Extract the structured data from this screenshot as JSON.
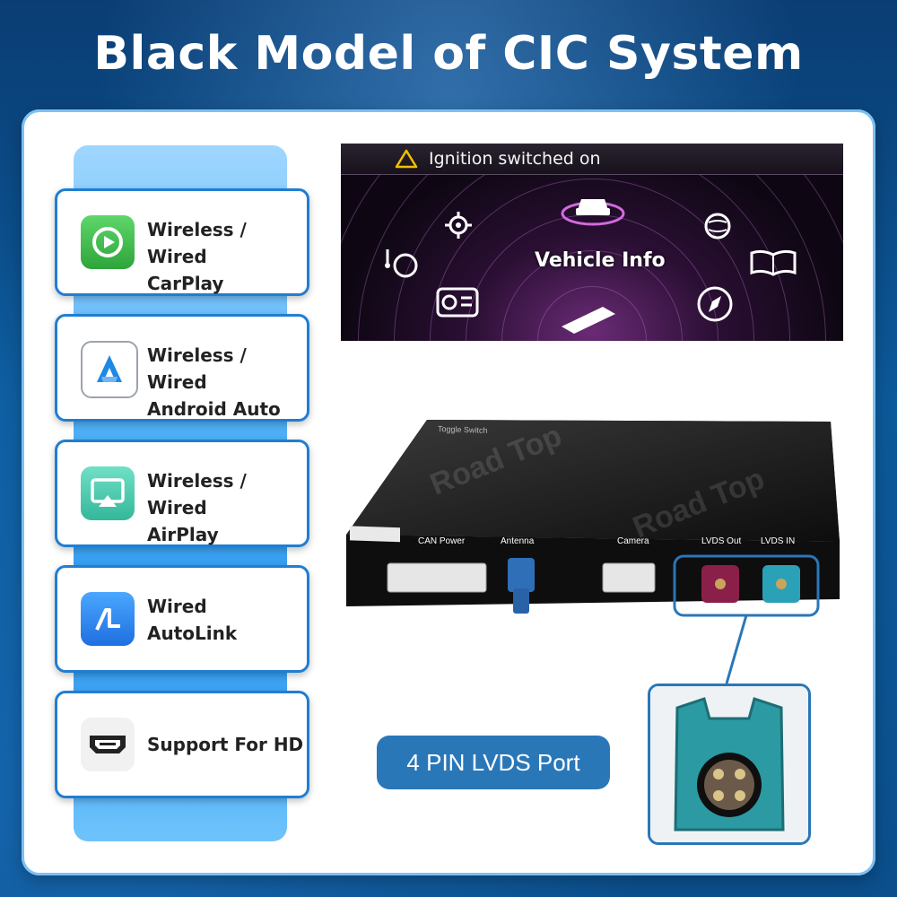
{
  "title": "Black Model of CIC System",
  "features": [
    {
      "line1": "Wireless / Wired",
      "line2": "CarPlay",
      "icon": "carplay-icon",
      "color": "#3fb54a"
    },
    {
      "line1": "Wireless / Wired",
      "line2": "Android Auto",
      "icon": "android-auto-icon",
      "color": "#1e88e5"
    },
    {
      "line1": "Wireless / Wired",
      "line2": "AirPlay",
      "icon": "airplay-icon",
      "color": "#3ec2a8"
    },
    {
      "line1": "Wired",
      "line2": "AutoLink",
      "icon": "autolink-icon",
      "color": "#2c8cf0"
    },
    {
      "line1": "Support For HD",
      "icon": "hdmi-icon",
      "color": "#222222"
    }
  ],
  "screen": {
    "warning": "Ignition switched on",
    "menu_center": "Vehicle Info"
  },
  "box": {
    "ports": [
      "CAN Power",
      "Antenna",
      "Camera",
      "LVDS Out",
      "LVDS IN"
    ],
    "brand_watermark": "Road Top",
    "top_label": "Toggle Switch"
  },
  "callout": "4 PIN LVDS Port"
}
